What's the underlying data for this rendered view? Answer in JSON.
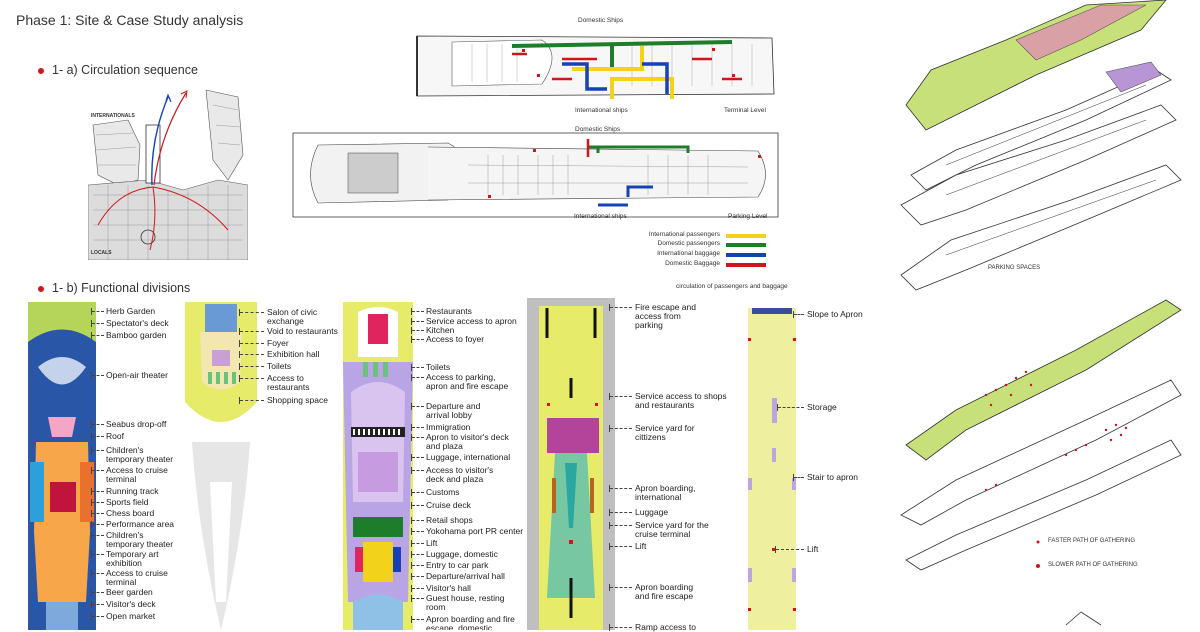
{
  "phase_title": "Phase 1: Site & Case Study analysis",
  "sections": {
    "circulation": "1- a) Circulation sequence",
    "functional": "1- b) Functional divisions"
  },
  "map_labels": {
    "internationals": "INTERNATIONALS",
    "locals": "LOCALS"
  },
  "terminal_plan": {
    "top": "Domestic Ships",
    "bottom": "International ships",
    "level": "Terminal Level"
  },
  "parking_plan": {
    "top": "Domestic Ships",
    "bottom": "International ships",
    "level": "Parking Level"
  },
  "legend": {
    "items": [
      {
        "label": "International passengers",
        "color": "#f2d21a"
      },
      {
        "label": "Domestic passengers",
        "color": "#1e7d2a"
      },
      {
        "label": "International baggage",
        "color": "#1742b5"
      },
      {
        "label": "Domestic Baggage",
        "color": "#d0161b"
      }
    ],
    "caption": "circulation of passengers and baggage"
  },
  "axon_labels": {
    "parking": "PARKING SPACES",
    "faster": "FASTER PATH OF GATHERING",
    "slower": "SLOWER PATH OF GATHERING"
  },
  "col1": [
    "Herb Garden",
    "Spectator's deck",
    "Bamboo garden",
    "Open-air theater",
    "Seabus drop-off",
    "Roof",
    "Children's temporary theater",
    "Access to cruise terminal",
    "Running track",
    "Sports field",
    "Chess board",
    "Performance area",
    "Children's temporary theater",
    "Temporary art exhibition",
    "Access to cruise terminal",
    "Beer garden",
    "Visitor's deck",
    "Open market"
  ],
  "col2": [
    "Salon of civic exchange",
    "Void to restaurants",
    "Foyer",
    "Exhibition hall",
    "Toilets",
    "Access to restaurants",
    "Shopping space"
  ],
  "col3": [
    "Restaurants",
    "Service access to apron",
    "Kitchen",
    "Access to foyer",
    "Toilets",
    "Access to parking, apron and fire escape",
    "Departure and arrival lobby",
    "Immigration",
    "Apron to visitor's deck and plaza",
    "Luggage, international",
    "Access to visitor's deck and plaza",
    "Customs",
    "Cruise deck",
    "Retail shops",
    "Yokohama port PR center",
    "Lift",
    "Luggage, domestic",
    "Entry to car park",
    "Departure/arrival hall",
    "Visitor's hall",
    "Guest house, resting room",
    "Apron boarding and fire escape, domestic"
  ],
  "col4": [
    "Fire escape and access from parking",
    "Service access to shops and restaurants",
    "Service yard for cittizens",
    "Apron boarding, international",
    "Luggage",
    "Service yard for the cruise terminal",
    "Lift",
    "Apron boarding and fire escape",
    "Ramp access to"
  ],
  "col5": [
    "Slope to Apron",
    "Storage",
    "Stair to apron",
    "Lift"
  ]
}
